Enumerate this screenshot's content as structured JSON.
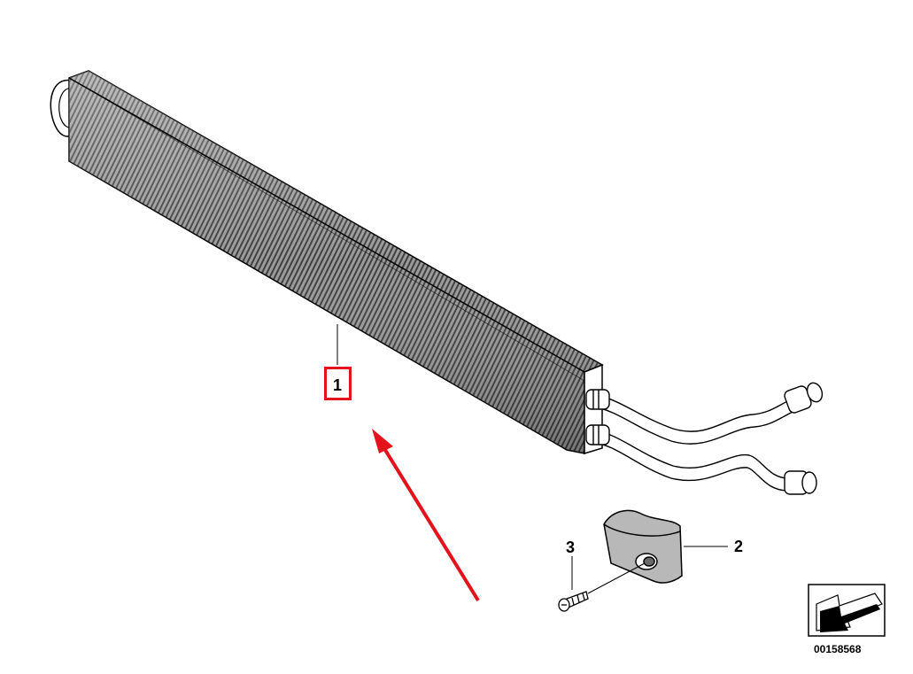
{
  "callouts": {
    "part_1": "1",
    "part_2": "2",
    "part_3": "3"
  },
  "catalog_number": "00158568",
  "colors": {
    "highlight": "#e4131b",
    "arrow": "#e4131b",
    "line": "#000000",
    "fin_dark": "#4a4a4a",
    "fin_mid": "#8a8a8a"
  },
  "icons": {
    "direction_symbol": "arrow-down-left-icon"
  }
}
